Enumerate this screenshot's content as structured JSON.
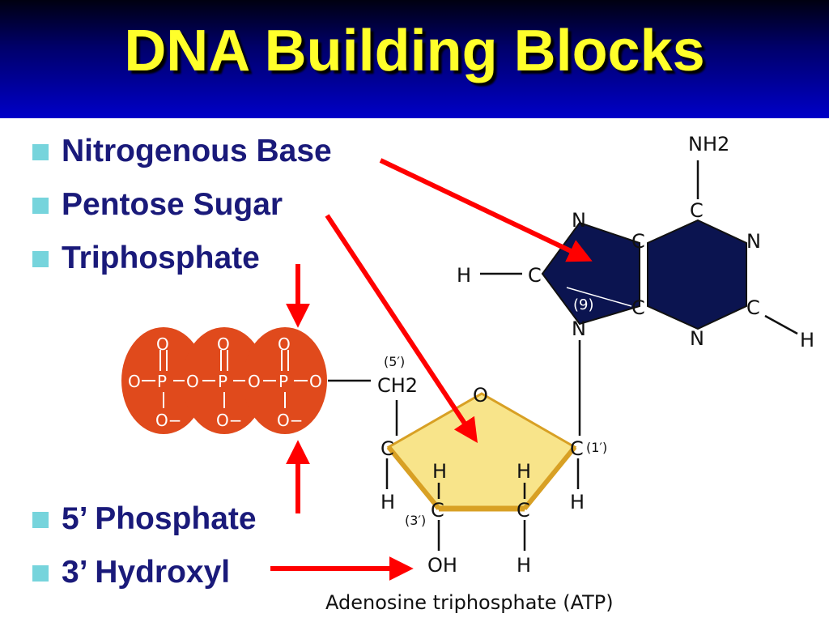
{
  "slide": {
    "title": "DNA Building Blocks",
    "bullets_top": [
      "Nitrogenous Base",
      "Pentose Sugar",
      "Triphosphate"
    ],
    "bullets_bottom": [
      "5’ Phosphate",
      "3’ Hydroxyl"
    ]
  },
  "atoms": {
    "nh2": "NH2",
    "c": "C",
    "n": "N",
    "h": "H",
    "o": "O",
    "p": "P",
    "o_minus": "O−",
    "ch2": "CH2",
    "oh": "OH",
    "pos9": "(9)",
    "pos5": "(5′)",
    "pos1": "(1′)",
    "pos3": "(3′)"
  },
  "caption": "Adenosine triphosphate (ATP)",
  "colors": {
    "header_top": "#000010",
    "header_bottom": "#0000c8",
    "title_text": "#ffff2a",
    "bullet_text": "#1a1a7a",
    "bullet_marker": "#76d4dc",
    "phosphate_fill": "#e04a1c",
    "sugar_fill": "#f8e48a",
    "base_fill": "#0b1450",
    "arrow": "#ff0000"
  }
}
